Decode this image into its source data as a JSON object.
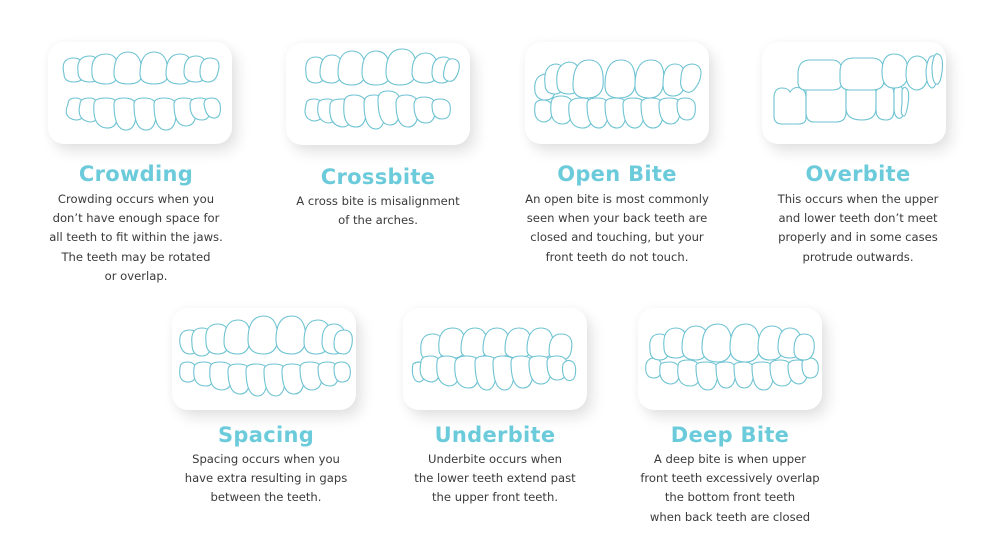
{
  "colors": {
    "title": "#6ccbdb",
    "teeth_outline": "#6ec3d2",
    "text": "#3a3a3a"
  },
  "items": [
    {
      "id": "crowding",
      "title": "Crowding",
      "icon": "crowding-teeth-illustration",
      "lines": [
        "Crowding occurs when you",
        "don’t have enough space for",
        "all teeth to fit within the jaws.",
        "The teeth may be rotated",
        "or overlap."
      ]
    },
    {
      "id": "crossbite",
      "title": "Crossbite",
      "icon": "crossbite-teeth-illustration",
      "lines": [
        "A cross bite is misalignment",
        "of the arches."
      ]
    },
    {
      "id": "open-bite",
      "title": "Open Bite",
      "icon": "open-bite-teeth-illustration",
      "lines": [
        "An open bite is most commonly",
        "seen when your back teeth are",
        "closed and touching, but your",
        "front teeth do not touch."
      ]
    },
    {
      "id": "overbite",
      "title": "Overbite",
      "icon": "overbite-teeth-illustration",
      "lines": [
        "This occurs when the upper",
        "and lower teeth don’t meet",
        "properly and in some cases",
        "protrude outwards."
      ]
    },
    {
      "id": "spacing",
      "title": "Spacing",
      "icon": "spacing-teeth-illustration",
      "lines": [
        "Spacing occurs when you",
        "have extra resulting in gaps",
        "between the teeth."
      ]
    },
    {
      "id": "underbite",
      "title": "Underbite",
      "icon": "underbite-teeth-illustration",
      "lines": [
        "Underbite occurs when",
        "the lower teeth extend past",
        "the upper front teeth."
      ]
    },
    {
      "id": "deep-bite",
      "title": "Deep Bite",
      "icon": "deep-bite-teeth-illustration",
      "lines": [
        "A deep bite is when upper",
        "front teeth excessively overlap",
        "the bottom front teeth",
        "when back teeth are closed"
      ]
    }
  ]
}
